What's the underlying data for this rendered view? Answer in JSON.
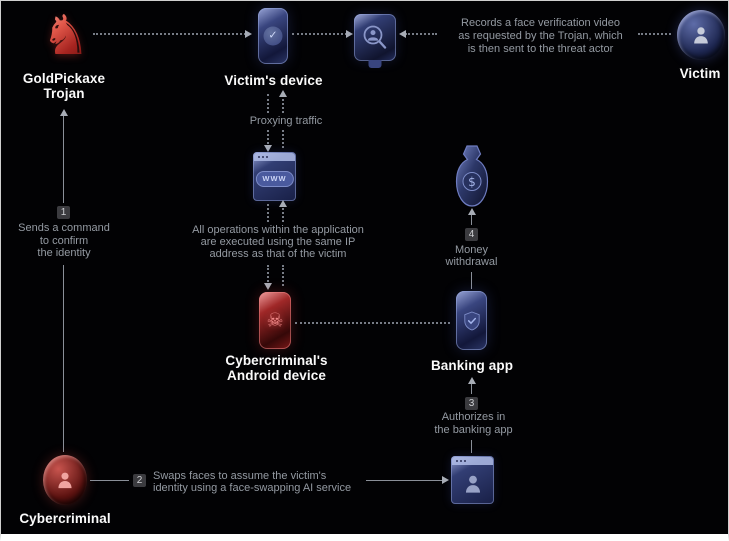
{
  "colors": {
    "background": "#020204",
    "red_accent": "#c23b3b",
    "blue_accent": "#3d4a8c",
    "label_text": "#fafafa",
    "note_text": "#949aa2",
    "badge_bg": "#3b3b3f",
    "line": "#8a8f98"
  },
  "nodes": {
    "trojan": {
      "label": "GoldPickaxe\nTrojan"
    },
    "victim_device": {
      "label": "Victim's device"
    },
    "victim": {
      "label": "Victim"
    },
    "criminal_device": {
      "label": "Cybercriminal's\nAndroid device"
    },
    "banking_app": {
      "label": "Banking app"
    },
    "cybercriminal": {
      "label": "Cybercriminal"
    }
  },
  "icons": {
    "knight_glyph": "♞",
    "check_glyph": "✓",
    "skull_glyph": "☠",
    "dollar_glyph": "$",
    "www_text": "WWW"
  },
  "annotations": {
    "record_video": "Records a face verification video\nas requested by the Trojan, which\nis then sent to the threat actor",
    "proxying_traffic": "Proxying traffic",
    "same_ip": "All operations within the application\nare executed using the same IP\naddress as that of the victim"
  },
  "steps": {
    "step1": {
      "num": "1",
      "text": "Sends a command\nto confirm\nthe identity"
    },
    "step2": {
      "num": "2",
      "text": "Swaps faces to assume the victim's\nidentity using a face-swapping AI service"
    },
    "step3": {
      "num": "3",
      "text": "Authorizes in\nthe banking app"
    },
    "step4": {
      "num": "4",
      "text": "Money\nwithdrawal"
    }
  }
}
